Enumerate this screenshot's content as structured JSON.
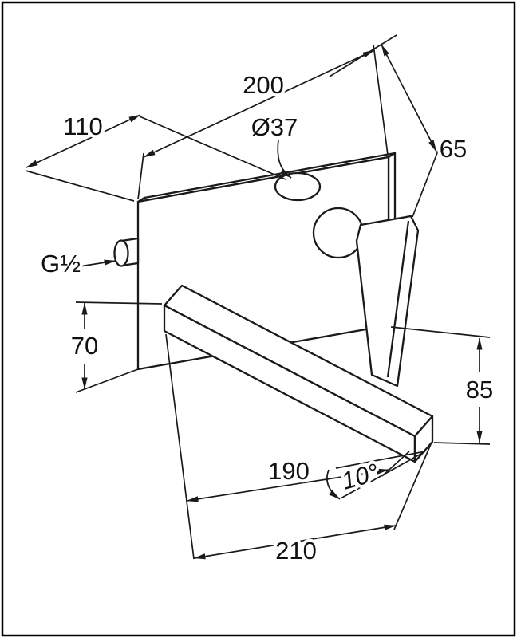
{
  "canvas": {
    "background": "#ffffff",
    "line_color": "#1a1a1a"
  },
  "labels": {
    "plate_width": "200",
    "left_offset": "110",
    "sleeve_diameter": "Ø37",
    "top_right_depth": "65",
    "inlet_thread": "G½",
    "left_height": "70",
    "right_height": "85",
    "spout_reach": "190",
    "spout_angle": "10°",
    "total_reach": "210"
  }
}
